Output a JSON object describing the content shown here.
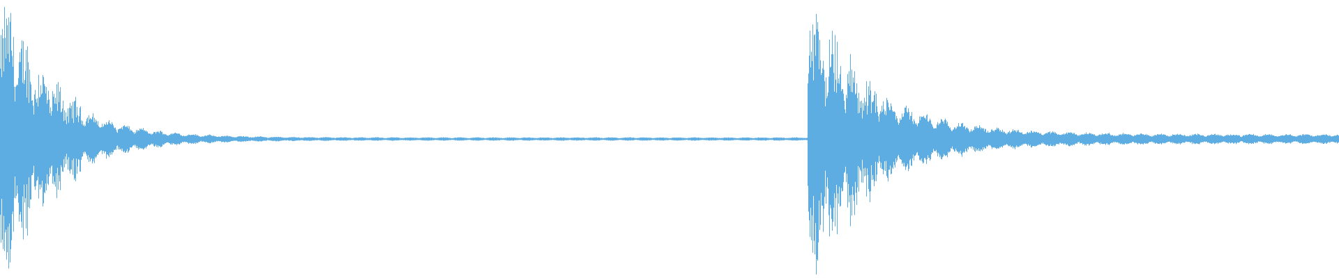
{
  "waveform": {
    "color": "#5dade2",
    "duration_fraction_onsets": [
      0.0,
      0.603
    ],
    "segments": [
      {
        "start": 0.0,
        "end": 0.603,
        "peak": 0.96,
        "decay": 3.2,
        "floor": 0.012,
        "beat_period": 0.0125
      },
      {
        "start": 0.603,
        "end": 1.0,
        "peak": 0.88,
        "decay": 2.6,
        "floor": 0.035,
        "beat_period": 0.0135
      }
    ]
  }
}
